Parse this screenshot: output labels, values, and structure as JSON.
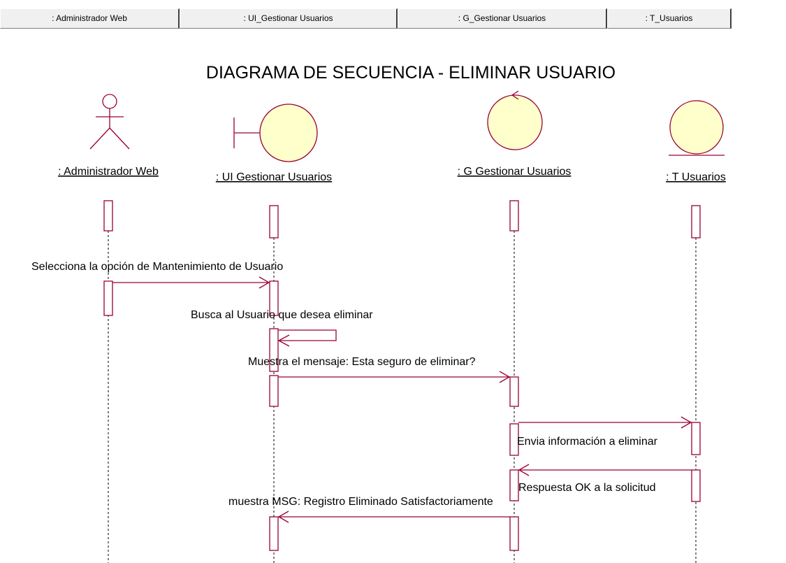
{
  "tabs": [
    ": Administrador Web",
    ": UI_Gestionar Usuarios",
    ": G_Gestionar Usuarios",
    ": T_Usuarios"
  ],
  "title": "DIAGRAMA DE SECUENCIA - ELIMINAR USUARIO",
  "objects": [
    {
      "kind": "actor",
      "label": ": Administrador Web"
    },
    {
      "kind": "boundary",
      "label": ": UI  Gestionar Usuarios"
    },
    {
      "kind": "control",
      "label": ": G  Gestionar Usuarios"
    },
    {
      "kind": "entity",
      "label": ": T  Usuarios"
    }
  ],
  "messages": [
    {
      "from": 0,
      "to": 1,
      "label": "Selecciona la opción de Mantenimiento de Usuario"
    },
    {
      "from": 1,
      "to": 1,
      "label": "Busca al Usuario que desea eliminar"
    },
    {
      "from": 1,
      "to": 2,
      "label": "Muestra el mensaje: Esta seguro de eliminar?"
    },
    {
      "from": 2,
      "to": 3,
      "label": "Envia información a eliminar"
    },
    {
      "from": 3,
      "to": 2,
      "label": "Respuesta OK a la solicitud"
    },
    {
      "from": 2,
      "to": 1,
      "label": "muestra MSG: Registro Eliminado Satisfactoriamente"
    }
  ],
  "colors": {
    "line": "#990033",
    "fill": "#ffffcc",
    "lifeline": "#000000"
  }
}
